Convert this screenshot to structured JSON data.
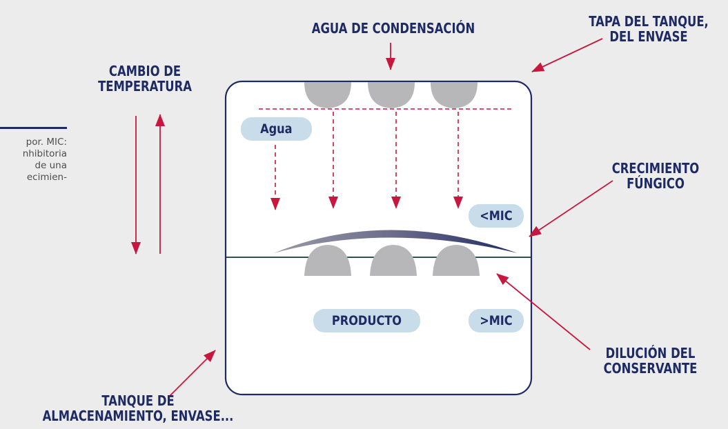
{
  "labels": {
    "condensation_water": "AGUA DE CONDENSACIÓN",
    "tank_lid": [
      "TAPA DEL TANQUE,",
      "DEL ENVASE"
    ],
    "temperature_change": [
      "CAMBIO DE",
      "TEMPERATURA"
    ],
    "fungal_growth": [
      "CRECIMIENTO",
      "FÚNGICO"
    ],
    "preservative_dilution": [
      "DILUCIÓN DEL",
      "CONSERVANTE"
    ],
    "storage_tank": [
      "TANQUE DE",
      "ALMACENAMIENTO, ENVASE..."
    ]
  },
  "pills": {
    "water": "Agua",
    "less_mic": "<MIC",
    "product": "PRODUCTO",
    "greater_mic": ">MIC"
  },
  "side_note": {
    "lines": [
      "por. MIC:",
      "nhibitoria",
      "de una",
      "ecimien-"
    ]
  },
  "colors": {
    "navy": "#1e2a64",
    "arrow_red": "#c8173e",
    "pill_bg": "#c8dce9",
    "droplet_gray": "#b7b7b9",
    "background": "#ececec"
  }
}
